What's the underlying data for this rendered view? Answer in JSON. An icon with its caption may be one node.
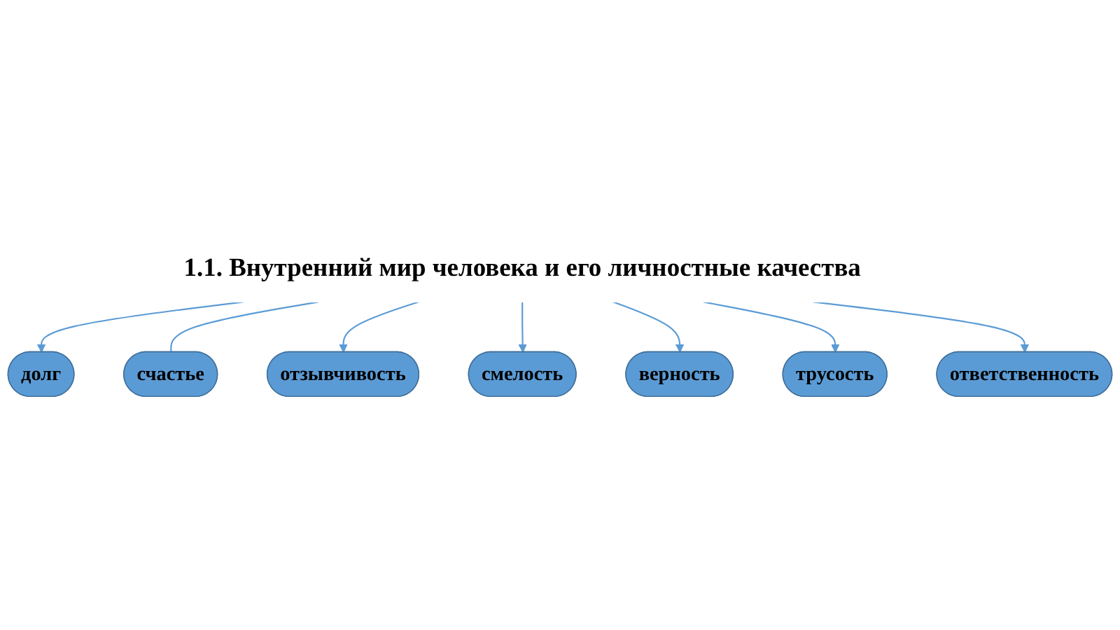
{
  "diagram": {
    "nodes": [
      {
        "text": [
          "1.1. Внутренний мир человека и его личностные качества"
        ]
      },
      {
        "text": [
          "долг"
        ]
      },
      {
        "text": [
          "счастье"
        ]
      },
      {
        "text": [
          "отзывчивость"
        ]
      },
      {
        "text": [
          "смелость"
        ]
      },
      {
        "text": [
          "верность"
        ]
      },
      {
        "text": [
          "трусость"
        ]
      },
      {
        "text": [
          "ответственность"
        ]
      }
    ],
    "edges": [
      {
        "from": 0,
        "to": 1,
        "arrow": "to"
      },
      {
        "from": 0,
        "to": 2,
        "arrow": "none"
      },
      {
        "from": 0,
        "to": 3,
        "arrow": "to"
      },
      {
        "from": 0,
        "to": 4,
        "arrow": "to"
      },
      {
        "from": 0,
        "to": 5,
        "arrow": "to"
      },
      {
        "from": 0,
        "to": 6,
        "arrow": "to"
      },
      {
        "from": 0,
        "to": 7,
        "arrow": "to"
      }
    ]
  }
}
